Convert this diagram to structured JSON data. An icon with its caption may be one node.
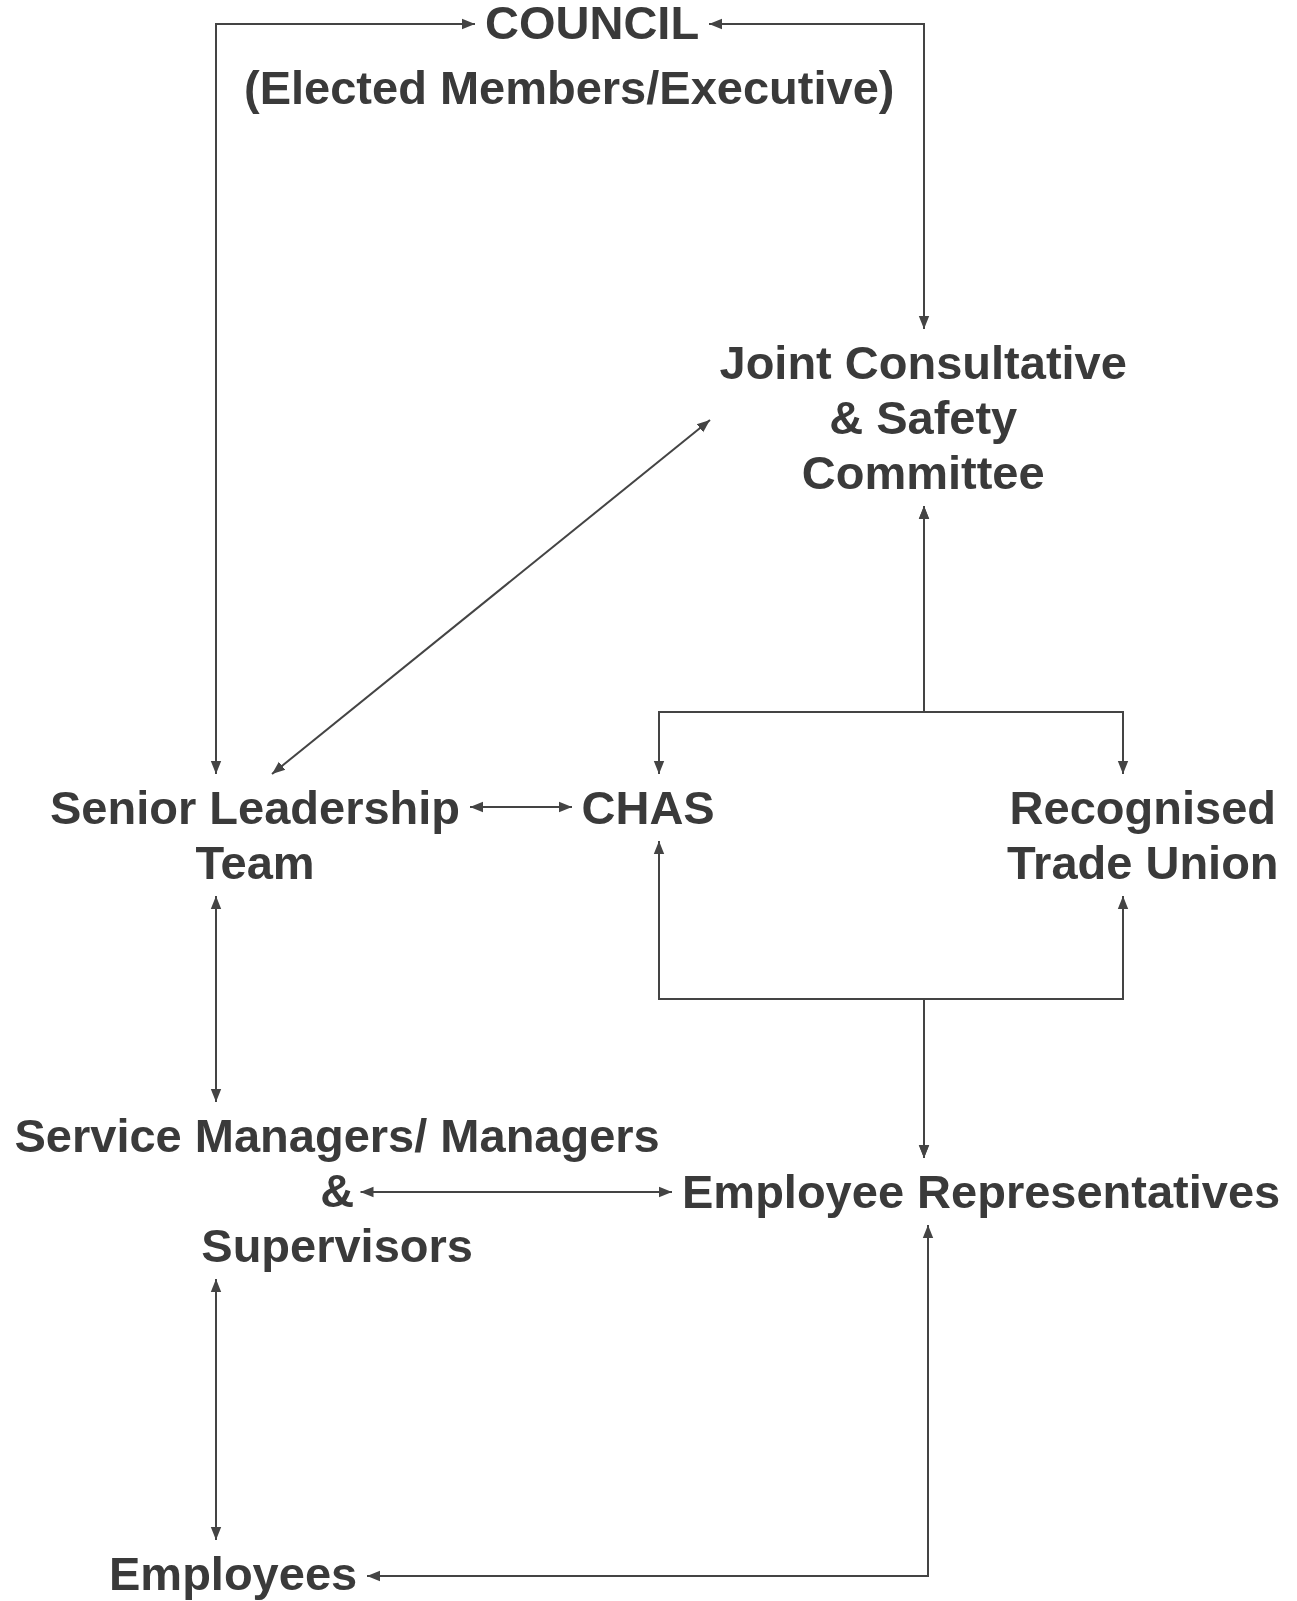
{
  "diagram": {
    "nodes": [
      {
        "text": [
          "COUNCIL"
        ],
        "beside": [
          "(Elected Members/Executive)"
        ]
      },
      {
        "text": [
          "Joint Consultative & Safety Committee"
        ]
      },
      {
        "text": [
          "Senior Leadership Team"
        ]
      },
      {
        "text": [
          "CHAS"
        ]
      },
      {
        "text": [
          "Recognised Trade Union"
        ]
      },
      {
        "text": [
          "Service Managers/ Managers & Supervisors"
        ]
      },
      {
        "text": [
          "Employee Representatives"
        ]
      },
      {
        "text": [
          "Employees"
        ]
      }
    ],
    "edges": [
      {
        "from": 0,
        "to": 2,
        "arrow": "both"
      },
      {
        "from": 0,
        "to": 1,
        "arrow": "both"
      },
      {
        "from": 1,
        "to": 2,
        "arrow": "both"
      },
      {
        "from": 2,
        "to": 3,
        "arrow": "both"
      },
      {
        "from": 1,
        "to": 3,
        "arrow": "both"
      },
      {
        "from": 1,
        "to": 4,
        "arrow": "both"
      },
      {
        "from": 3,
        "to": 6,
        "arrow": "both"
      },
      {
        "from": 4,
        "to": 6,
        "arrow": "both"
      },
      {
        "from": 2,
        "to": 5,
        "arrow": "both"
      },
      {
        "from": 5,
        "to": 6,
        "arrow": "both"
      },
      {
        "from": 5,
        "to": 7,
        "arrow": "both"
      },
      {
        "from": 6,
        "to": 7,
        "arrow": "both"
      }
    ]
  }
}
